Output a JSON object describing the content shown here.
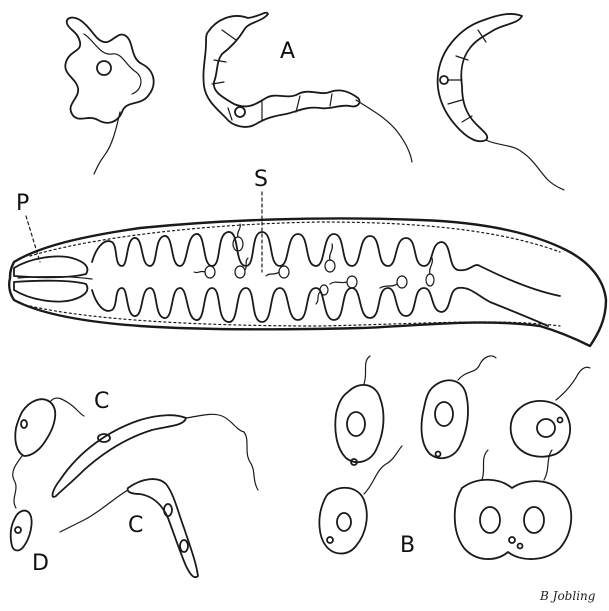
{
  "labels": {
    "a": "A",
    "s": "S",
    "p": "P",
    "c_top": "C",
    "c_bottom": "C",
    "d": "D",
    "b": "B"
  },
  "signature": "B Jobling",
  "colors": {
    "ink": "#1a1a1a",
    "background": "#ffffff",
    "stipple": "#555555"
  }
}
